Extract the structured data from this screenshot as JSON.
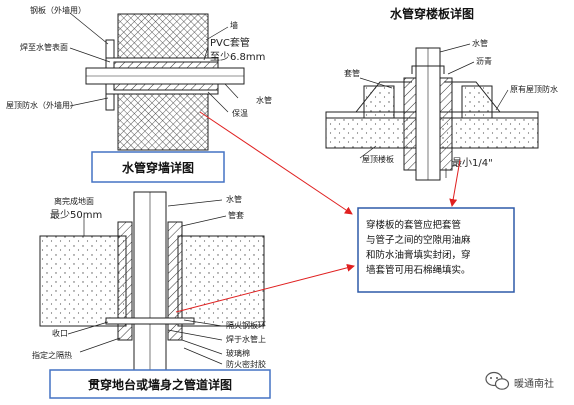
{
  "colors": {
    "title_border": "#4472c4",
    "arrow_red": "#e02020",
    "note_border": "#2e5aa8",
    "hatch": "#333333",
    "concrete_fill": "#ffffff"
  },
  "wall_detail": {
    "title": "水管穿墙详图",
    "labels": {
      "steel_plate": "钢板（外墙用）",
      "weld_surface": "焊至水管表面",
      "roof_waterproof": "屋顶防水（外墙用）",
      "wall": "墙",
      "pvc_sleeve": "PVC套管",
      "thickness": "至少6.8mm",
      "water_pipe": "水管",
      "insulation": "保温"
    }
  },
  "floor_detail": {
    "title": "水管穿楼板详图",
    "labels": {
      "water_pipe": "水管",
      "asphalt": "沥青",
      "sleeve": "套管",
      "roof_waterproof": "原有屋顶防水",
      "roof_slab": "屋顶楼板",
      "min_gap": "最小1/4\""
    }
  },
  "platform_detail": {
    "title": "贯穿地台或墙身之管道详图",
    "labels": {
      "finished_floor": "离完成地面",
      "min_50": "最少50mm",
      "water_pipe": "水管",
      "sleeve": "管套",
      "collar": "收口",
      "fire_ring": "隔火钢板环",
      "weld_pipe": "焊于水管上",
      "glass_wool": "玻璃棉",
      "fire_sealant": "防火密封胶",
      "fire_insulation": "指定之隔热"
    }
  },
  "note": {
    "text_lines": [
      "穿楼板的套管应把套管",
      "与管子之间的空隙用油麻",
      "和防水油膏填实封闭，穿",
      "墙套管可用石棉绳填实。"
    ]
  },
  "watermark": {
    "icon": "wechat-icon",
    "text": "暖通南社"
  }
}
